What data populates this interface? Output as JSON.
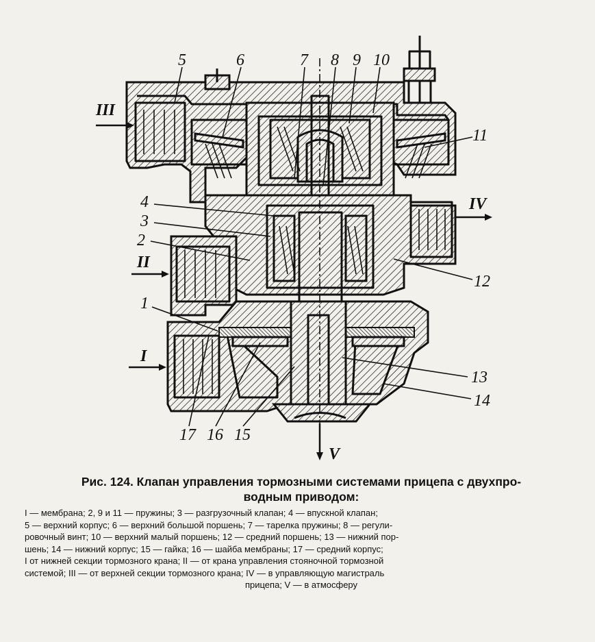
{
  "callouts": [
    "1",
    "2",
    "3",
    "4",
    "5",
    "6",
    "7",
    "8",
    "9",
    "10",
    "11",
    "12",
    "13",
    "14",
    "15",
    "16",
    "17"
  ],
  "ports": {
    "I": "I",
    "II": "II",
    "III": "III",
    "IV": "IV",
    "V": "V"
  },
  "caption": {
    "line1": "Рис. 124. Клапан управления тормозными системами прицепа с двухпро-",
    "line2": "водным приводом:"
  },
  "legend": {
    "l1": "I — мембрана; 2, 9 и 11 — пружины; 3 — разгрузочный клапан; 4 — впускной клапан;",
    "l2": "5 — верхний корпус; 6 — верхний большой поршень; 7 — тарелка пружины; 8 — регули-",
    "l3": "ровочный винт; 10 — верхний малый поршень; 12 — средний поршень; 13 — нижний пор-",
    "l4": "шень; 14 — нижний корпус; 15 — гайка; 16 — шайба мембраны; 17 — средний корпус;",
    "l5": "I   от нижней секции тормозного крана; II — от крана управления стояночной тормозной",
    "l6": "системой; III — от верхней секции тормозного крана; IV — в управляющую магистраль",
    "l7": "прицепа; V — в атмосферу"
  }
}
